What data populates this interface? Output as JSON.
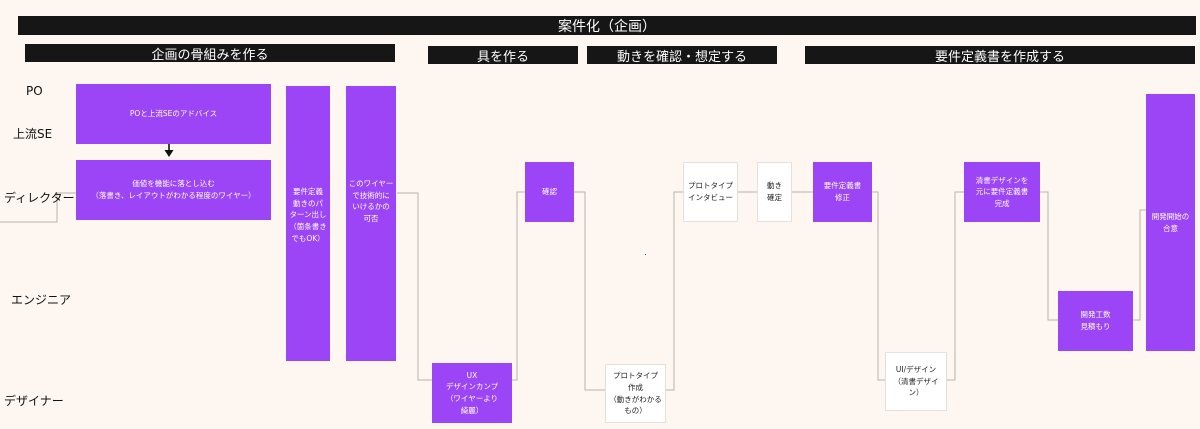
{
  "header": {
    "title": "案件化（企画）"
  },
  "phases": [
    "企画の骨組みを作る",
    "具を作る",
    "動きを確認・想定する",
    "要件定義書を作成する"
  ],
  "roles": [
    "PO",
    "上流SE",
    "ディレクター",
    "エンジニア",
    "デザイナー"
  ],
  "boxes": [
    "POと上流SEのアドバイス",
    "価値を機能に落とし込む\n（落書き、レイアウトがわかる程度のワイヤー）",
    "要件定義\n動きのパ\nターン出し\n（箇条書き\nでもOK）",
    "このワイヤー\nで技術的に\nいけるかの\n可否",
    "UX\nデザインカンプ\n（ワイヤーより\n綺麗）",
    "確認",
    "プロトタイプ\n作成\n（動きがわかる\nもの）",
    "プロトタイプ\nインタビュー",
    "動き\n確定",
    "要件定義書\n修正",
    "UI/デザイン\n（清書デザイ\nン）",
    "清書デザインを\n元に要件定義書\n完成",
    "開発工数\n見積もり",
    "開発開始の\n合意"
  ],
  "colors": {
    "accent": "#9b45f6",
    "bar": "#161616",
    "background": "#fdf6f1"
  }
}
